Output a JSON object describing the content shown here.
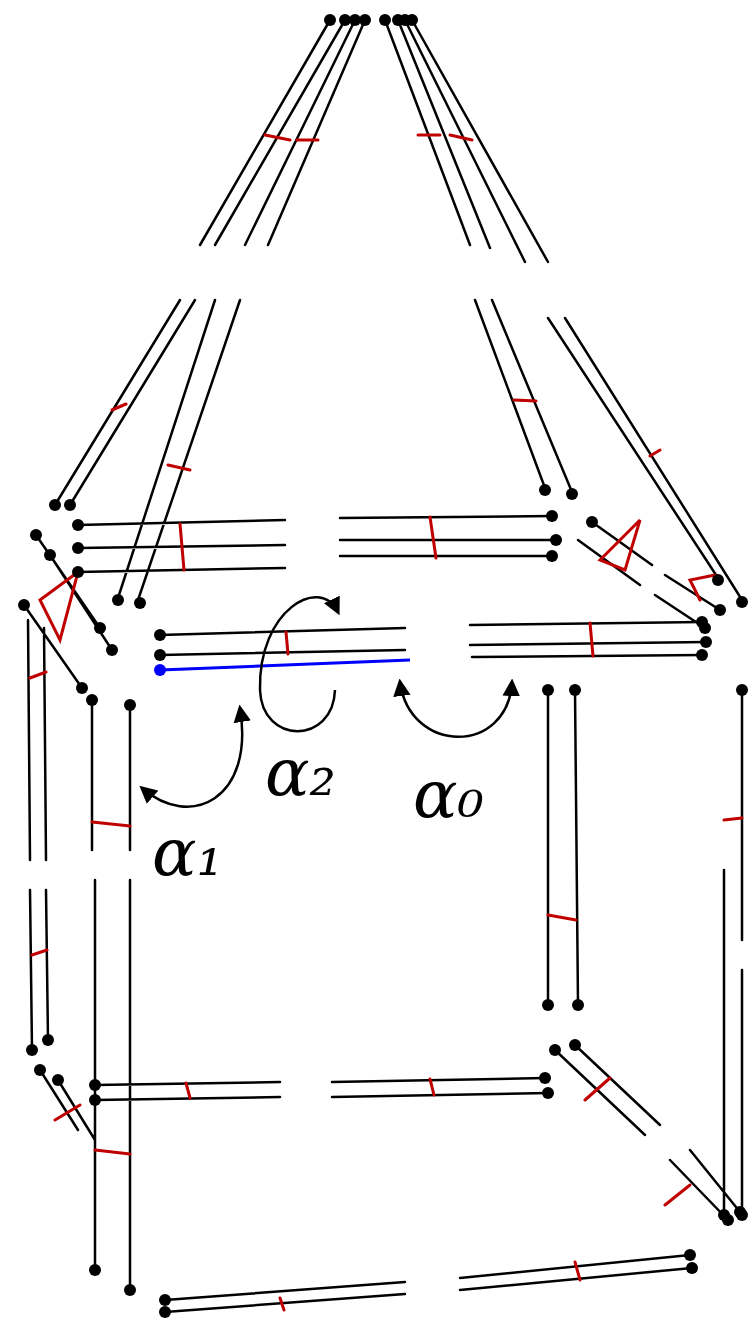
{
  "diagram": {
    "labels": [
      "α₂",
      "α₀",
      "α₁"
    ]
  }
}
